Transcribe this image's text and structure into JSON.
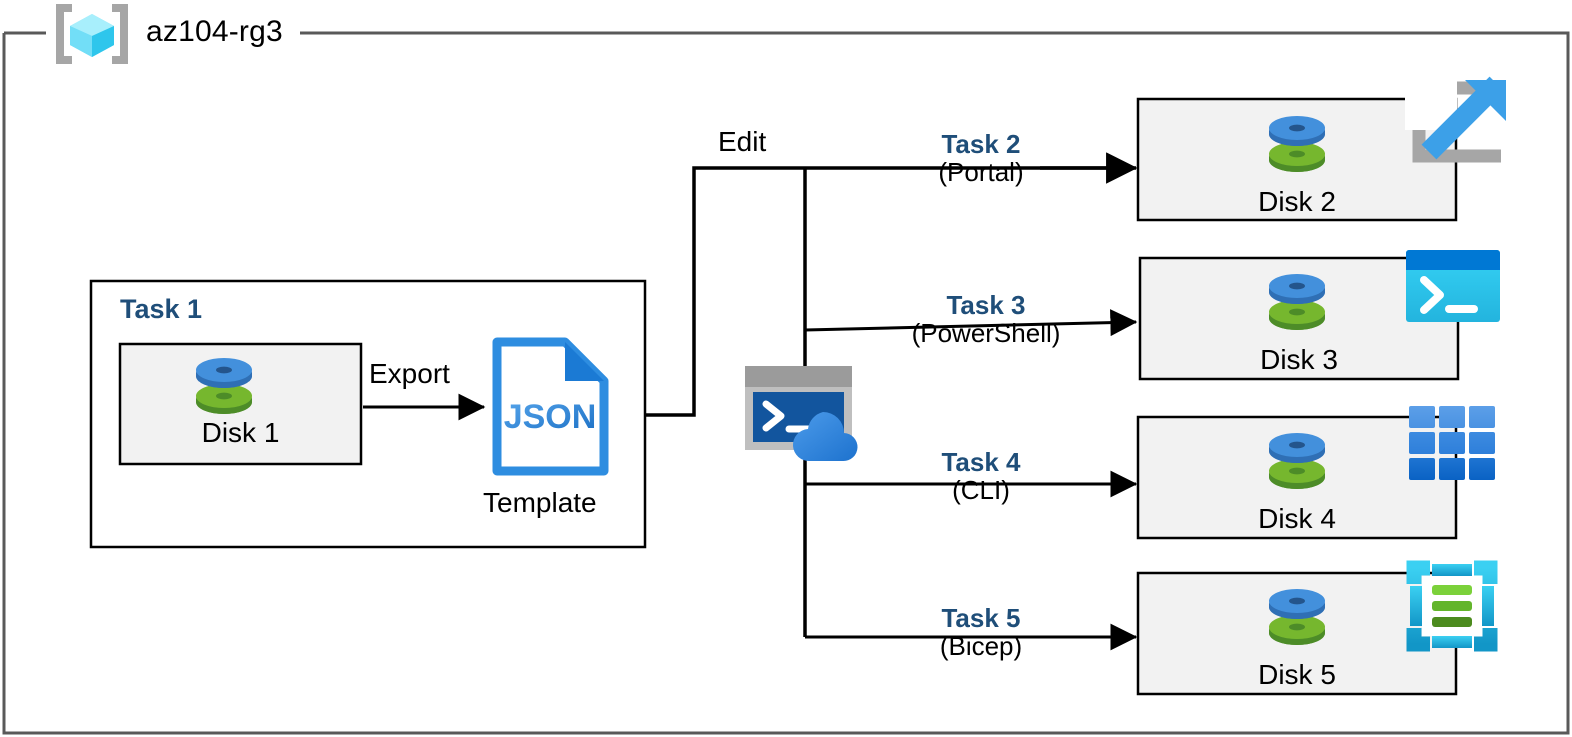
{
  "diagram": {
    "resource_group": {
      "name": "az104-rg3",
      "icon": "resource-group-cube-icon"
    },
    "task1": {
      "title": "Task 1",
      "disk_label": "Disk 1",
      "disk_icon": "managed-disk-icon",
      "export_label": "Export",
      "template_icon": "json-file-icon",
      "template_icon_text": "JSON",
      "template_label": "Template"
    },
    "edit_label": "Edit",
    "cloud_shell": {
      "icon": "cloud-shell-icon",
      "prompt": ">_"
    },
    "flows": [
      {
        "task": "Task 2",
        "method": "(Portal)",
        "disk_label": "Disk 2",
        "disk_icon": "managed-disk-icon",
        "tool_icon": "azure-portal-icon"
      },
      {
        "task": "Task 3",
        "method": "(PowerShell)",
        "disk_label": "Disk 3",
        "disk_icon": "managed-disk-icon",
        "tool_icon": "powershell-icon"
      },
      {
        "task": "Task 4",
        "method": "(CLI)",
        "disk_label": "Disk 4",
        "disk_icon": "managed-disk-icon",
        "tool_icon": "azure-cli-grid-icon"
      },
      {
        "task": "Task 5",
        "method": "(Bicep)",
        "disk_label": "Disk 5",
        "disk_icon": "managed-disk-icon",
        "tool_icon": "bicep-icon"
      }
    ],
    "colors": {
      "task_label": "#1F4E79",
      "box_fill": "#F2F2F2",
      "box_stroke": "#000000",
      "frame_stroke": "#595959",
      "connector": "#000000",
      "disk_blue": "#3C87D6",
      "disk_green": "#6FB22B",
      "json_blue": "#2E8DE0",
      "portal_gray": "#A6A6A6",
      "portal_blue": "#3CA0E8",
      "powershell_bar": "#0078D4",
      "powershell_body": "#2FC6EE",
      "cli_blue": "#2E8DE0",
      "bicep_cyan": "#30C6EE",
      "bicep_green": "#6FC62B",
      "shell_gray": "#A6A6A6",
      "shell_terminal": "#12559E",
      "shell_cloud": "#3C87D6"
    }
  }
}
